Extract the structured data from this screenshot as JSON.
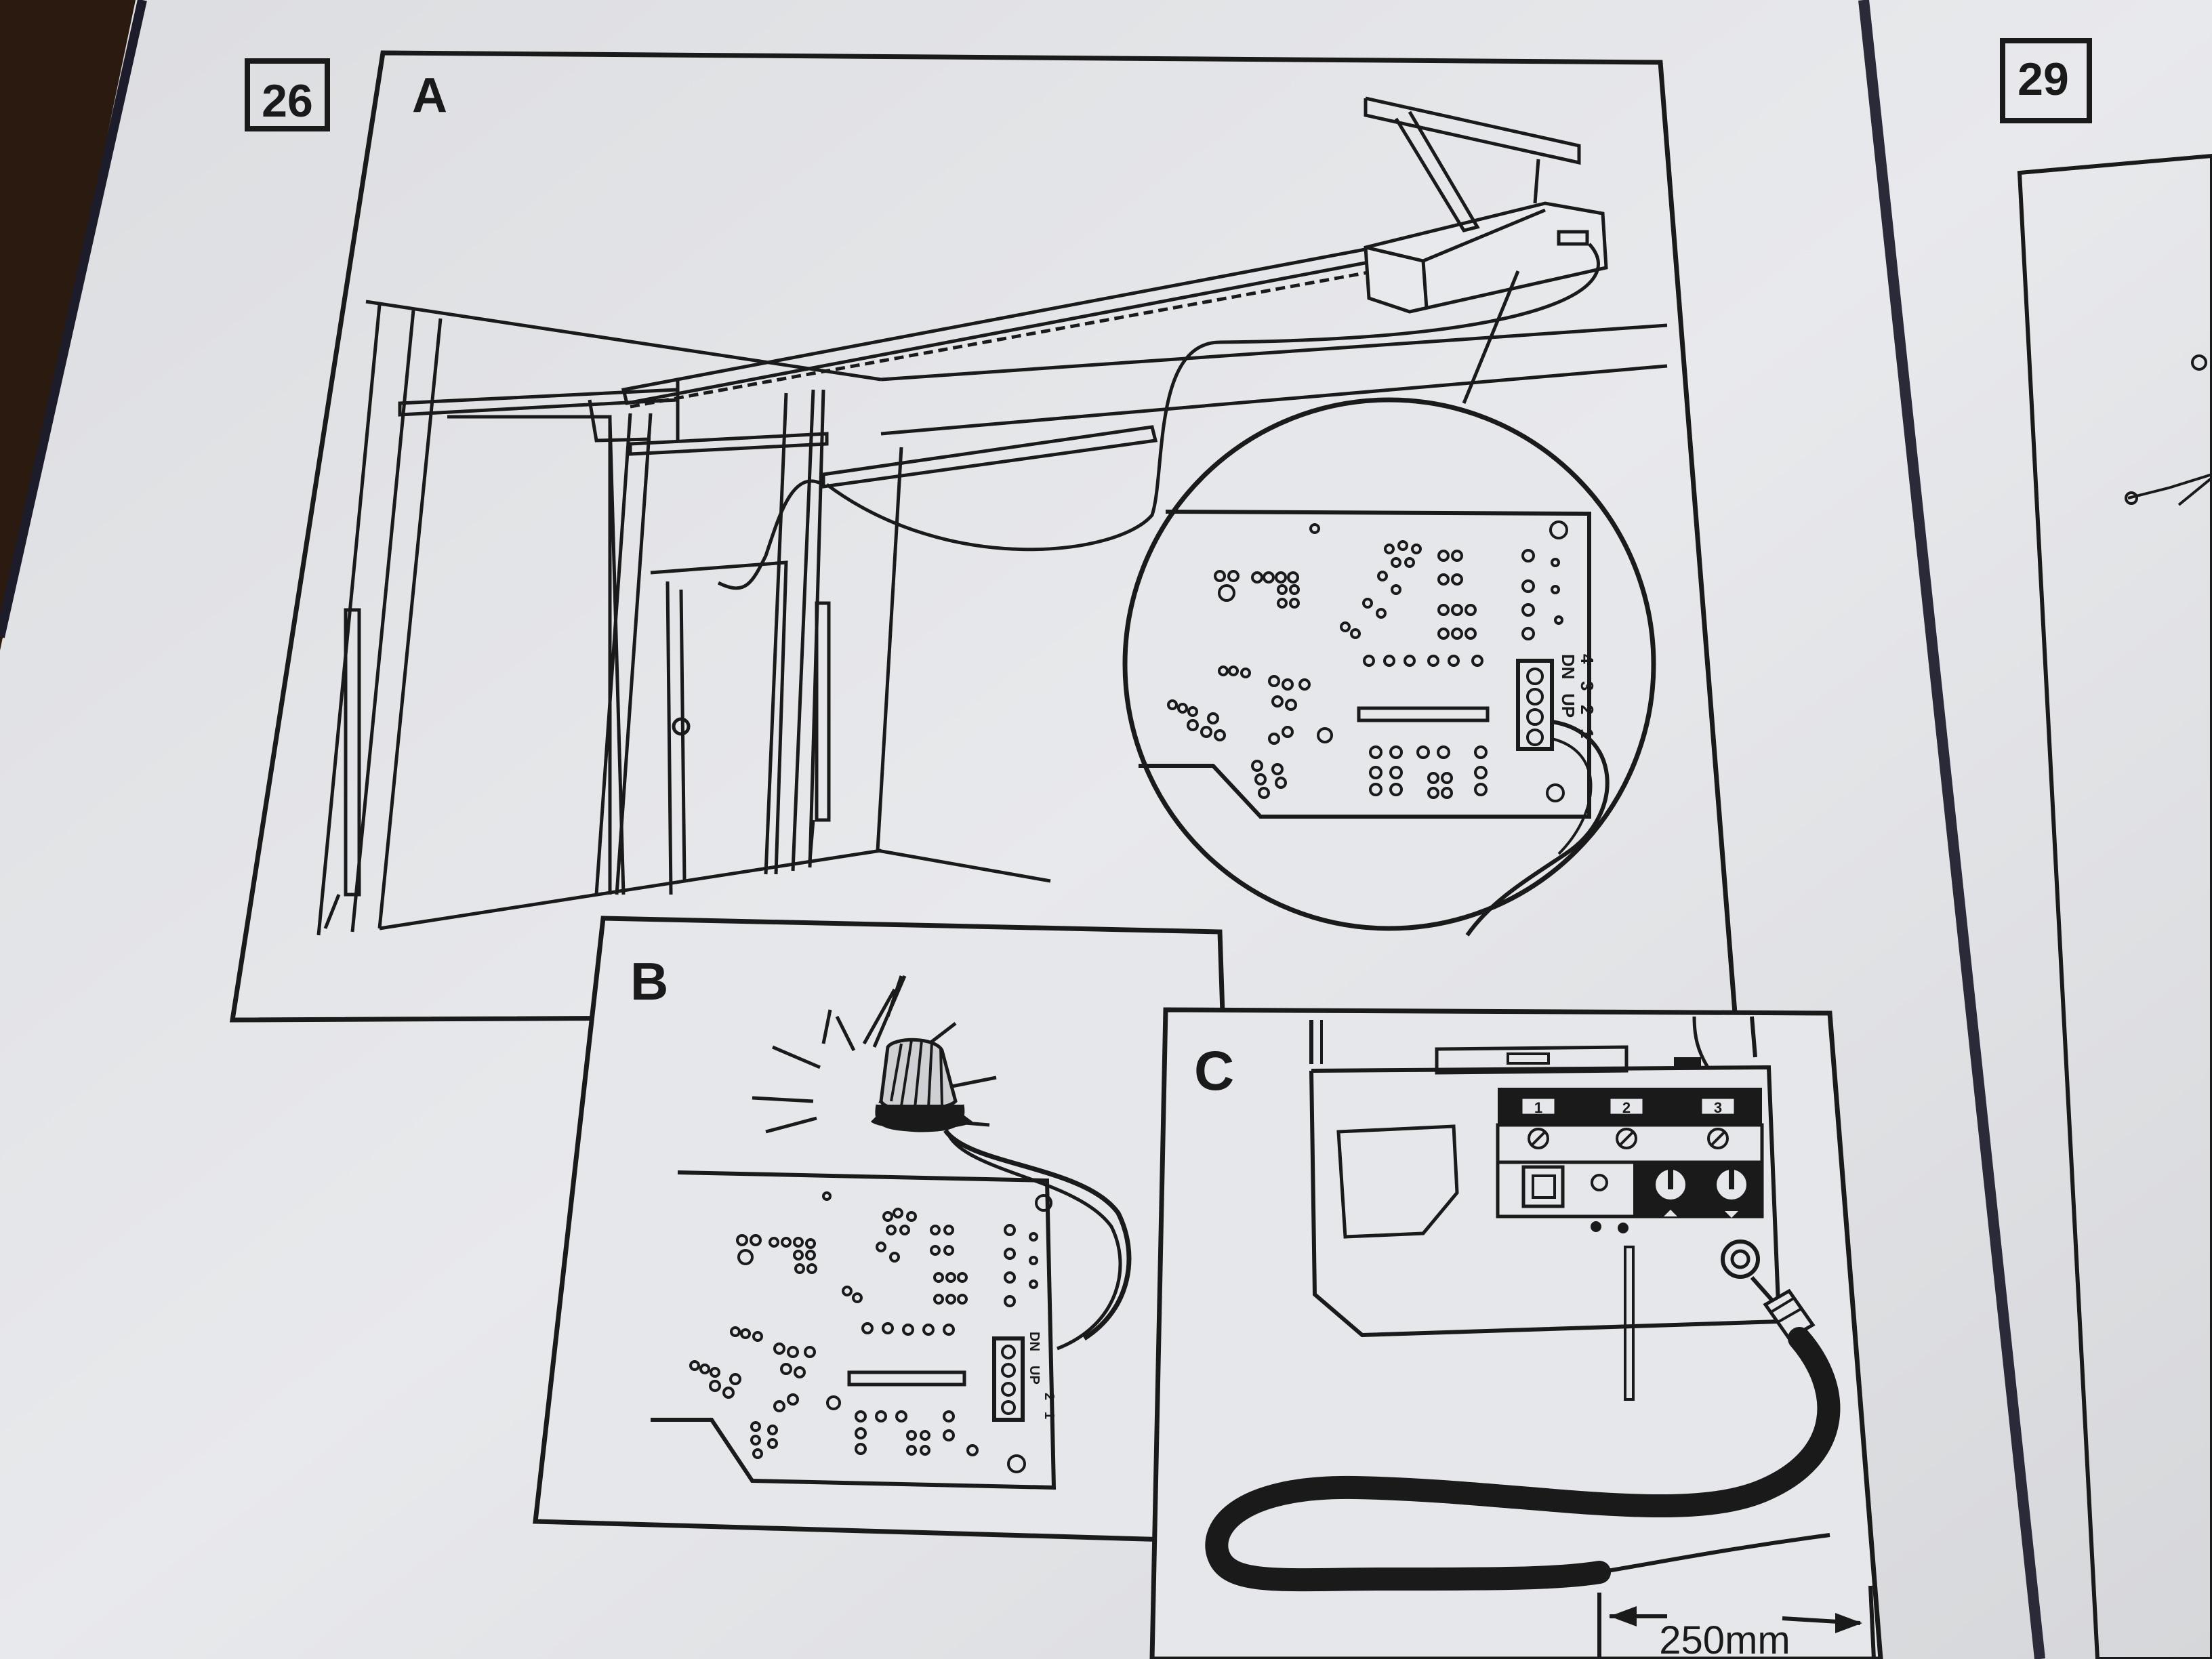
{
  "page": {
    "figure_left_number": "26",
    "figure_right_number": "29"
  },
  "panels": {
    "a_label": "A",
    "b_label": "B",
    "c_label": "C"
  },
  "board_terminals": {
    "t1": "1",
    "t2": "2",
    "t3": "3",
    "t4": "4",
    "up": "UP",
    "dn": "DN"
  },
  "unit_terminals": [
    "1",
    "2",
    "3"
  ],
  "dimension": "250mm",
  "colors": {
    "paper": "#e4e5e8",
    "ink": "#1a1a1a",
    "background": "#2a1a10"
  }
}
